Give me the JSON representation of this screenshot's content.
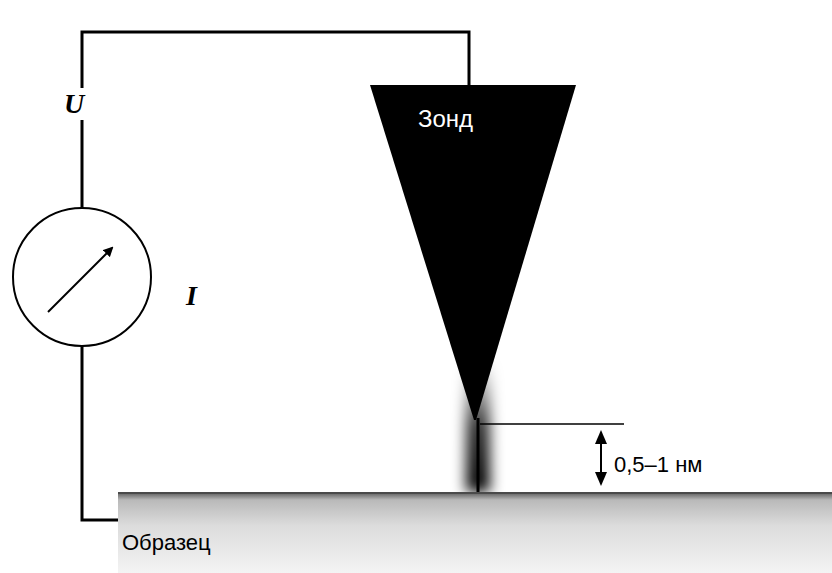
{
  "diagram": {
    "nodes": [
      {
        "text": [
          "Зонд"
        ]
      },
      {
        "text": [
          "Образец"
        ]
      }
    ],
    "edges": [
      {
        "from": 0,
        "to": 1,
        "arrow": "none"
      }
    ],
    "labels": [
      "U",
      "I",
      "0,5–1 нм"
    ]
  }
}
